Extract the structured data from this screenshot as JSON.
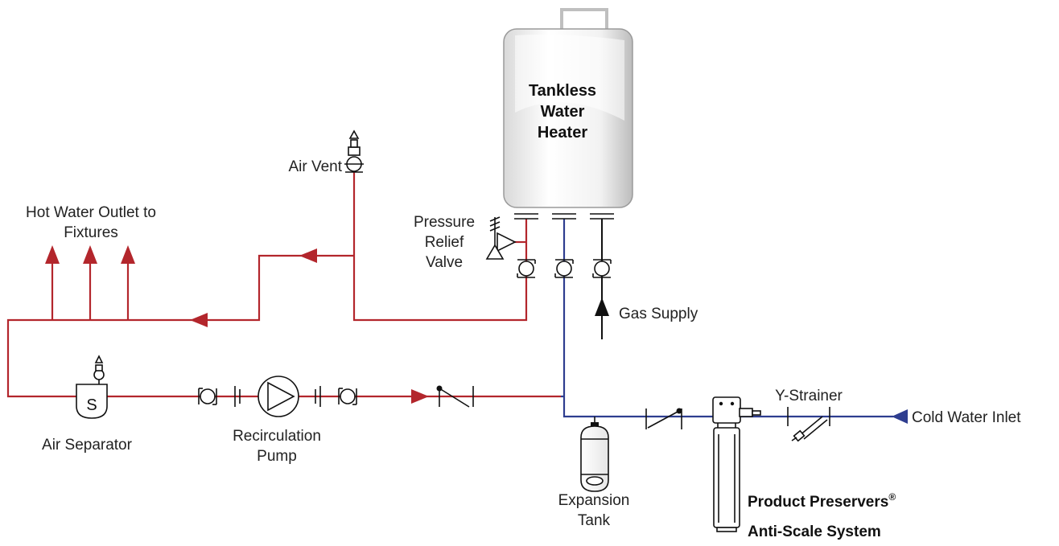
{
  "labels": {
    "heater_line1": "Tankless",
    "heater_line2": "Water",
    "heater_line3": "Heater",
    "air_vent": "Air Vent",
    "hot_outlet_line1": "Hot Water Outlet to",
    "hot_outlet_line2": "Fixtures",
    "prv_line1": "Pressure",
    "prv_line2": "Relief",
    "prv_line3": "Valve",
    "gas_supply": "Gas Supply",
    "air_separator": "Air Separator",
    "air_separator_symbol": "S",
    "recirc_line1": "Recirculation",
    "recirc_line2": "Pump",
    "expansion_line1": "Expansion",
    "expansion_line2": "Tank",
    "y_strainer": "Y-Strainer",
    "cold_inlet": "Cold Water Inlet",
    "product_line1": "Product Preservers",
    "product_reg": "®",
    "product_line2": "Anti-Scale System"
  },
  "colors": {
    "hot_line": "#b3262c",
    "cold_line": "#2e3d8f",
    "symbol": "#111111"
  }
}
